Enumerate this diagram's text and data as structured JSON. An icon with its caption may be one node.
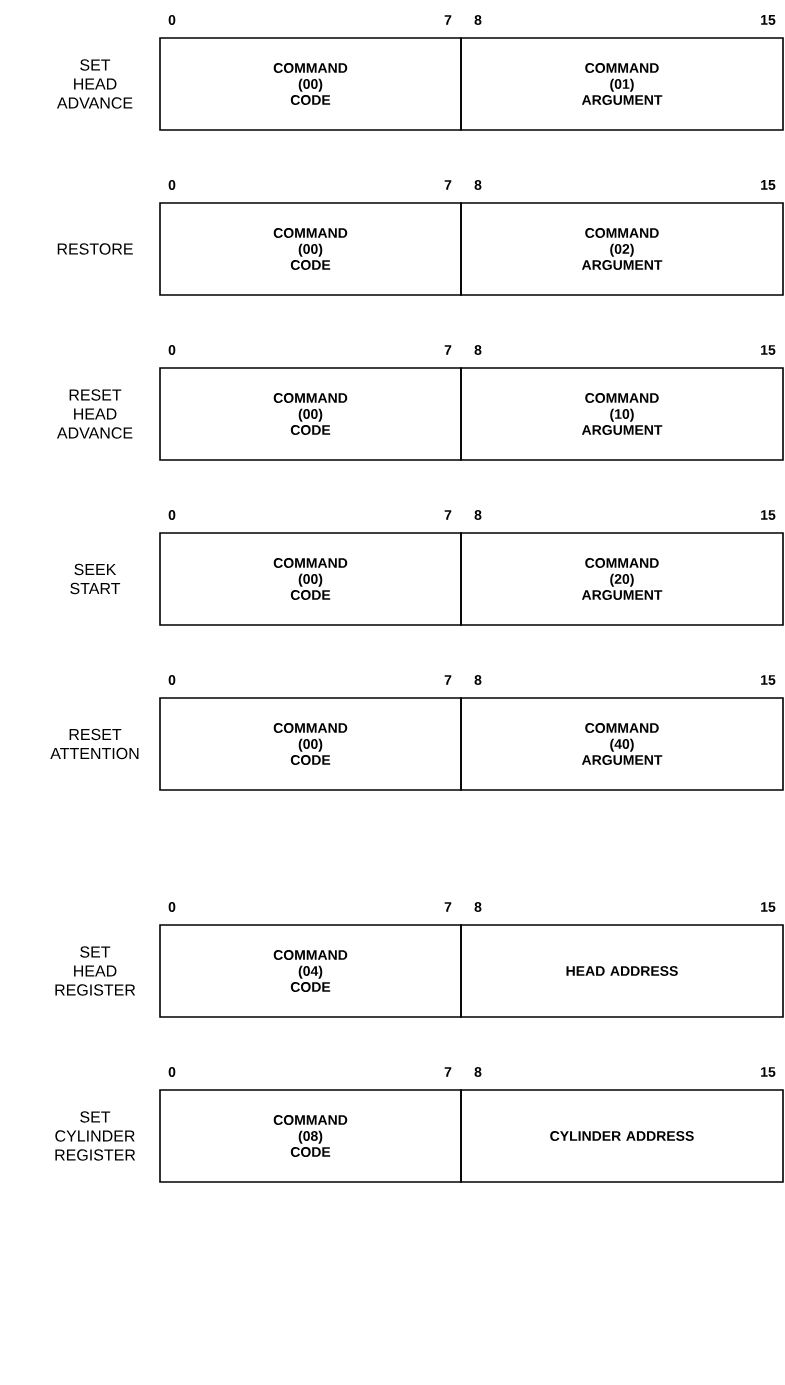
{
  "diagram": {
    "nodes": [
      {
        "text": [
          "COMMAND (00) CODE"
        ]
      },
      {
        "text": [
          "COMMAND (01) ARGUMENT"
        ]
      },
      {
        "text": [
          "COMMAND (00) CODE"
        ]
      },
      {
        "text": [
          "COMMAND (02) ARGUMENT"
        ]
      },
      {
        "text": [
          "COMMAND (00) CODE"
        ]
      },
      {
        "text": [
          "COMMAND (10) ARGUMENT"
        ]
      },
      {
        "text": [
          "COMMAND (00) CODE"
        ]
      },
      {
        "text": [
          "COMMAND (20) ARGUMENT"
        ]
      },
      {
        "text": [
          "COMMAND (00) CODE"
        ]
      },
      {
        "text": [
          "COMMAND (40) ARGUMENT"
        ]
      },
      {
        "text": [
          "COMMAND (04) CODE"
        ]
      },
      {
        "text": [
          "HEAD ADDRESS"
        ]
      },
      {
        "text": [
          "COMMAND (08) CODE"
        ]
      },
      {
        "text": [
          "CYLINDER ADDRESS"
        ]
      }
    ],
    "labels": [
      "SET HEAD ADVANCE",
      "0",
      "7",
      "8",
      "15",
      "RESTORE",
      "0",
      "7",
      "8",
      "15",
      "RESET HEAD ADVANCE",
      "0",
      "7",
      "8",
      "15",
      "SEEK START",
      "0",
      "7",
      "8",
      "15",
      "RESET ATTENTION",
      "0",
      "7",
      "8",
      "15",
      "SET HEAD REGISTER",
      "0",
      "7",
      "8",
      "15",
      "SET CYLINDER REGISTER",
      "0",
      "7",
      "8",
      "15"
    ]
  }
}
